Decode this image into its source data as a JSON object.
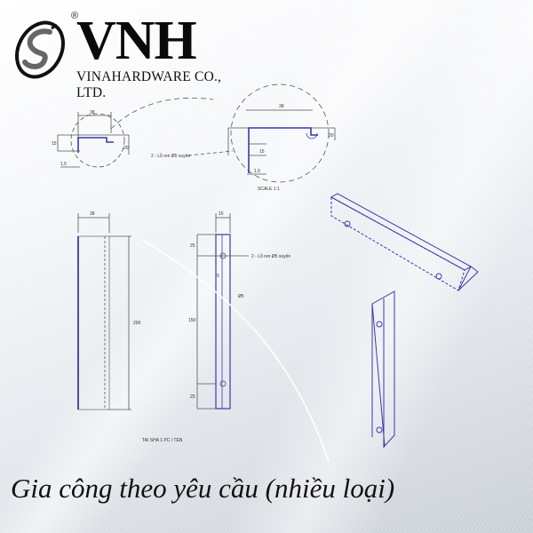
{
  "brand": {
    "logo_text": "VNH",
    "registered_mark": "®",
    "company_name": "VINAHARDWARE CO., LTD."
  },
  "drawing": {
    "top_left_section": {
      "width_dim": "38",
      "height_dim": "15",
      "thickness_dim": "1.5",
      "lip_dim": "20"
    },
    "top_right_section": {
      "width_dim": "38",
      "height_dim": "15",
      "thickness_dim": "1.5",
      "lip_dim": "20",
      "hole_note": "2 - Lỗ ren Ø5 xuyên",
      "scale_label": "SCALE 1:1"
    },
    "front_view": {
      "width_dim": "38",
      "length_dim": "200"
    },
    "side_view": {
      "width_dim": "15",
      "top_offset_dim": "25",
      "hole_spacing_dim": "150",
      "bottom_offset_dim": "25",
      "hole_note": "2 - Lỗ ren Ø5 xuyên",
      "hole_dim": "Ø5",
      "edge_dim": "5"
    },
    "view_label": "TAI SHA 1 PC / TEN",
    "accent_color": "#3a3aa8"
  },
  "caption": {
    "text": "Gia công theo yêu cầu (nhiều loại)"
  }
}
